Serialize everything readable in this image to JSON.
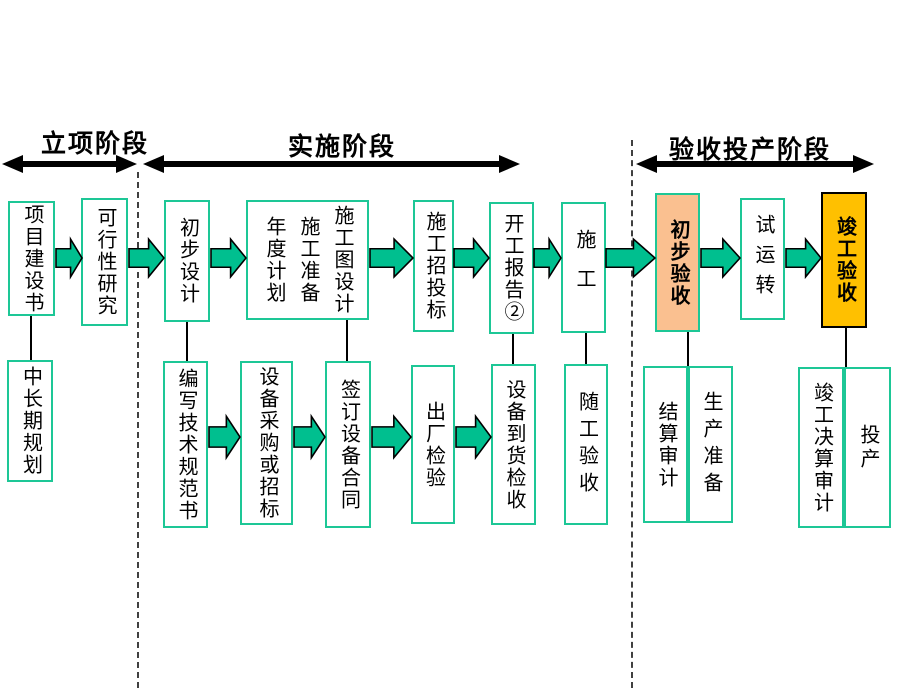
{
  "colors": {
    "box_border": "#1dc796",
    "arrow_fill": "#00bf8f",
    "peach_fill": "#fac090",
    "gold_fill": "#ffc000",
    "dash_color": "#404040"
  },
  "phases": {
    "initiation": "立项阶段",
    "implementation": "实施阶段",
    "acceptance": "验收投产阶段"
  },
  "boxes": {
    "project_proposal": "项目建设书",
    "feasibility_study": "可行性研究",
    "preliminary_design": "初步设计",
    "annual_plan": "年度计划",
    "construction_prep": "施工准备",
    "construction_drawing_design": "施工图设计",
    "construction_bidding": "施工招投标",
    "commencement_report": "开工报告②",
    "construction": "施工",
    "preliminary_acceptance": "初步验收",
    "trial_run": "试运转",
    "completion_acceptance": "竣工验收",
    "mid_long_term_plan": "中长期规划",
    "tech_spec_writing": "编写技术规范书",
    "equipment_procurement": "设备采购或招标",
    "equipment_contract": "签订设备合同",
    "factory_inspection": "出厂检验",
    "equipment_arrival_inspection": "设备到货检收",
    "accompanying_acceptance": "随工验收",
    "settlement_audit": "结算审计",
    "production_prep": "生产准备",
    "final_account_audit": "竣工决算审计",
    "commissioning": "投产"
  }
}
